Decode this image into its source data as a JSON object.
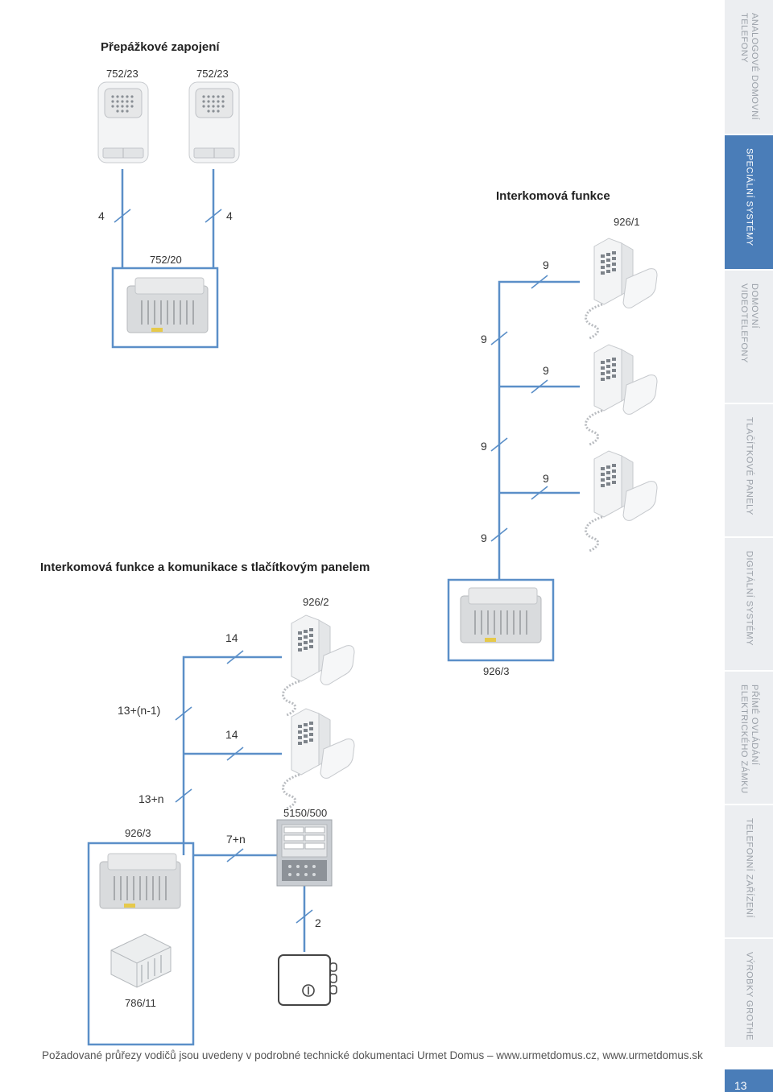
{
  "sidebar": {
    "tabs": [
      {
        "label": "ANALOGOVÉ DOMOVNÍ\nTELEFONY",
        "active": false
      },
      {
        "label": "SPECIÁLNÍ SYSTÉMY",
        "active": true
      },
      {
        "label": "DOMOVNÍ\nVIDEOTELEFONY",
        "active": false
      },
      {
        "label": "TLAČÍTKOVÉ PANELY",
        "active": false
      },
      {
        "label": "DIGITÁLNÍ SYSTÉMY",
        "active": false
      },
      {
        "label": "PŘÍMÉ OVLÁDÁNÍ\nELEKTRICKÉHO ZÁMKU",
        "active": false
      },
      {
        "label": "TELEFONNÍ ZAŘÍZENÍ",
        "active": false
      },
      {
        "label": "VÝROBKY GROTHE",
        "active": false
      }
    ],
    "accent_color": "#4a7db8"
  },
  "page_number": "13",
  "footer": "Požadované průřezy vodičů jsou uvedeny v podrobné technické dokumentaci Urmet Domus – www.urmetdomus.cz, www.urmetdomus.sk",
  "diagram1": {
    "title": "Přepážkové zapojení",
    "labels": {
      "handset_a": "752/23",
      "handset_b": "752/23",
      "wire_a": "4",
      "wire_b": "4",
      "module": "752/20"
    }
  },
  "diagram2": {
    "title": "Interkomová funkce",
    "labels": {
      "phone": "926/1",
      "w1": "9",
      "w2": "9",
      "w3": "9",
      "w4": "9",
      "w5": "9",
      "w6": "9",
      "module": "926/3"
    }
  },
  "diagram3": {
    "title": "Interkomová funkce a komunikace s tlačítkovým panelem",
    "labels": {
      "phone": "926/2",
      "w14a": "14",
      "w14b": "14",
      "w13n1": "13+(n-1)",
      "w13n": "13+n",
      "module": "926/3",
      "w7n": "7+n",
      "panel": "5150/500",
      "w2": "2",
      "psu": "786/11"
    }
  },
  "line_color": "#5b8fc8"
}
